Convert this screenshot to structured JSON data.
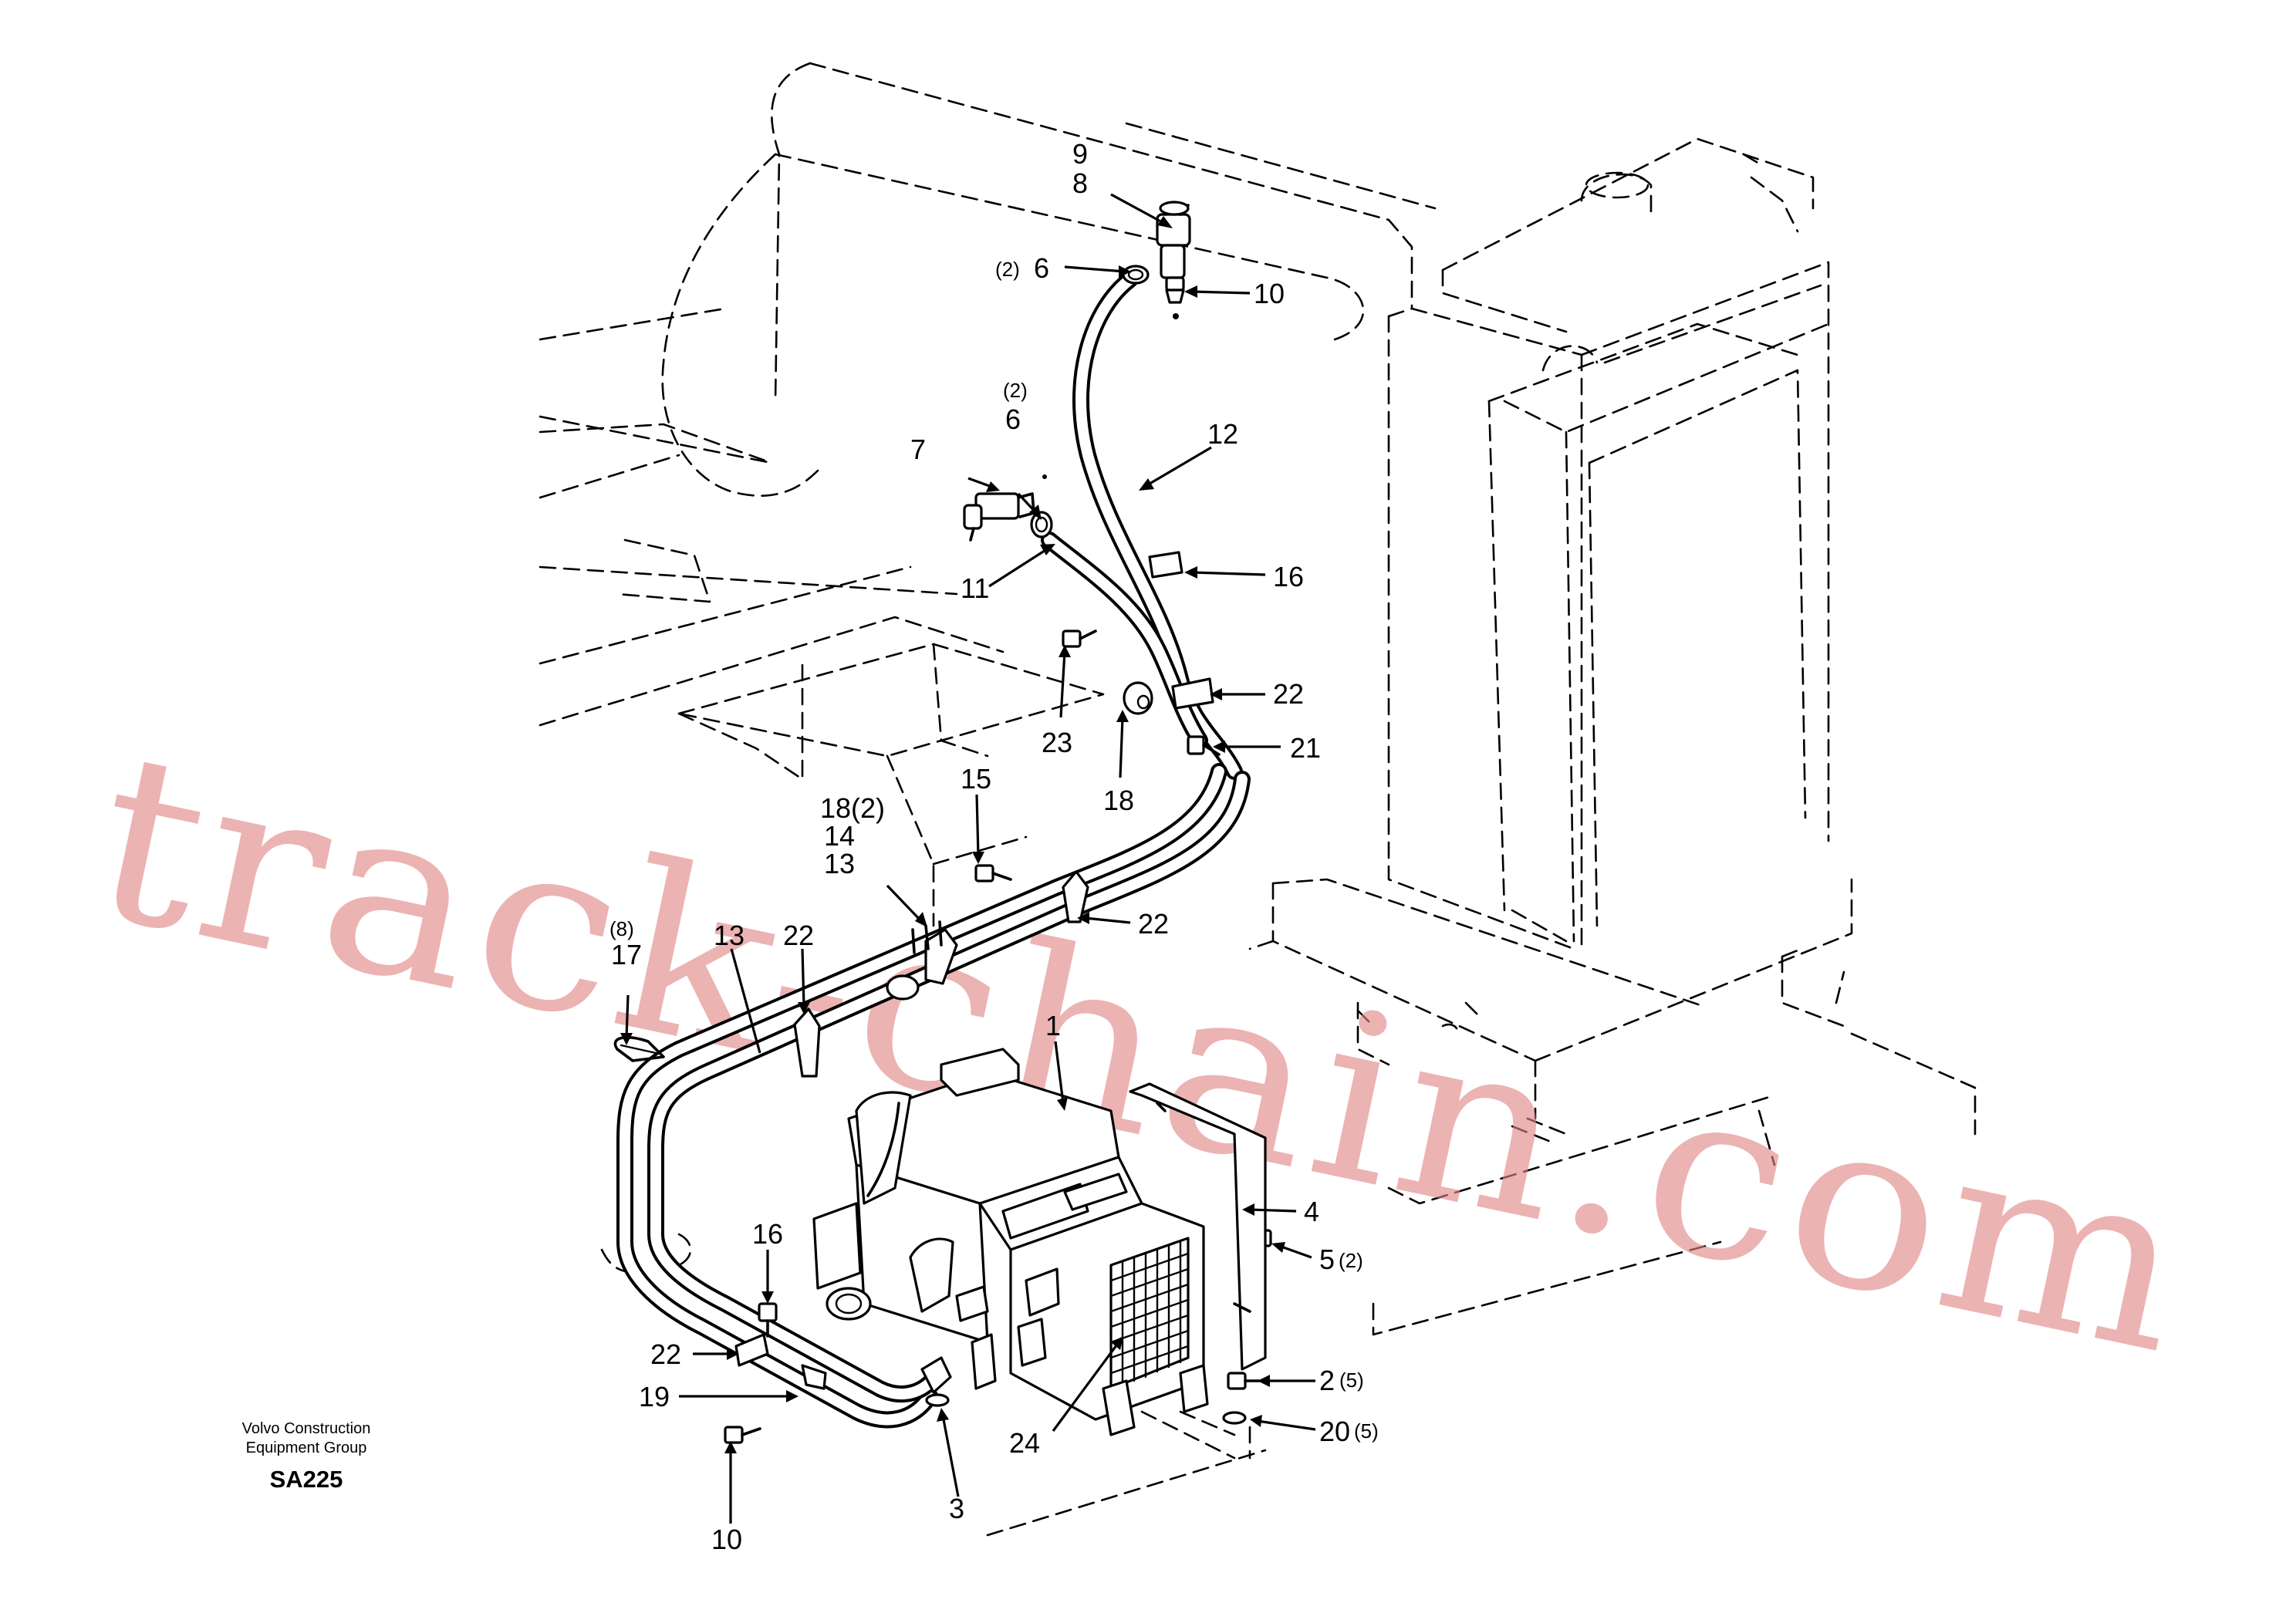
{
  "footer": {
    "company_line1": "Volvo Construction",
    "company_line2": "Equipment Group",
    "drawing_code": "SA225"
  },
  "watermark": {
    "text": "track-chain.com",
    "color": "#e08585"
  },
  "callouts": {
    "c9": "9",
    "c8": "8",
    "c6_top_qty": "(2)",
    "c6_top": "6",
    "c10_top": "10",
    "c6_mid_qty": "(2)",
    "c6_mid": "6",
    "c7": "7",
    "c12": "12",
    "c11": "11",
    "c16_top": "16",
    "c22_a": "22",
    "c21": "21",
    "c23": "23",
    "c18": "18",
    "c15": "15",
    "c18_qty": "18(2)",
    "c14": "14",
    "c13": "13",
    "c22_b": "22",
    "c17_qty": "(8)",
    "c17": "17",
    "c13_b": "13",
    "c22_c": "22",
    "c1": "1",
    "c4": "4",
    "c5": "5",
    "c5_qty": "(2)",
    "c16_low": "16",
    "c22_d": "22",
    "c19": "19",
    "c10_low": "10",
    "c3": "3",
    "c24": "24",
    "c2": "2",
    "c2_qty": "(5)",
    "c20": "20",
    "c20_qty": "(5)"
  }
}
